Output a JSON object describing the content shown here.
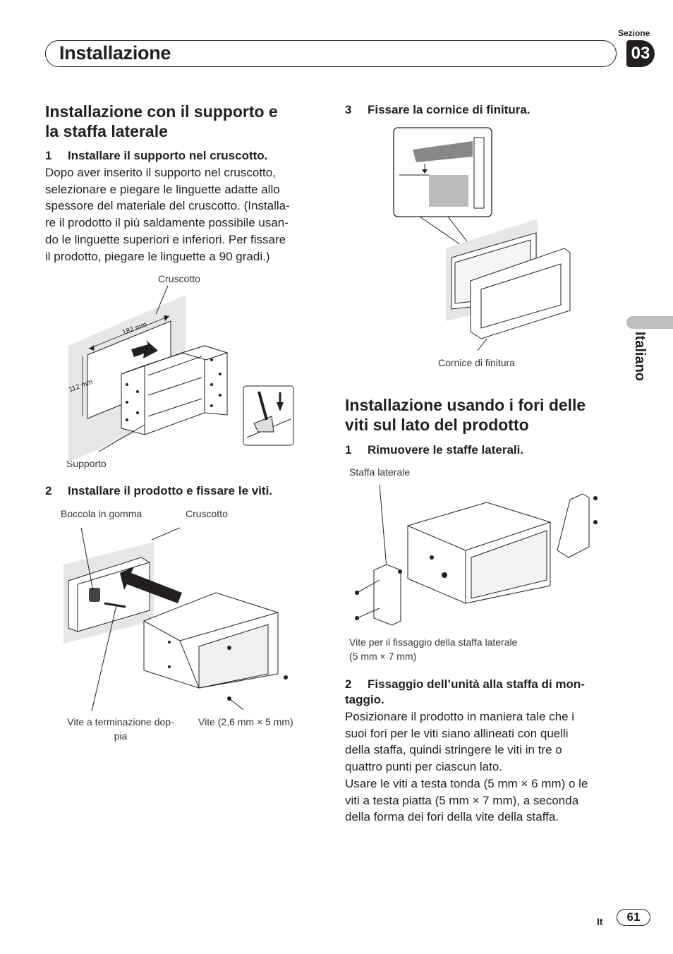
{
  "header": {
    "title": "Installazione",
    "sezione_label": "Sezione",
    "section_number": "03"
  },
  "side_tab": {
    "language": "Italiano"
  },
  "left": {
    "heading": "Installazione con il supporto e la staffa laterale",
    "heading_line1": "Installazione con il supporto e",
    "heading_line2": "la staffa laterale",
    "step1": {
      "num": "1",
      "title": "Installare il supporto nel cruscotto."
    },
    "step1_body": [
      "Dopo aver inserito il supporto nel cruscotto,",
      "selezionare e piegare le linguette adatte allo",
      "spessore del materiale del cruscotto. (Installa-",
      "re il prodotto il più saldamente possibile usan-",
      "do le linguette superiori e inferiori. Per fissare",
      "il prodotto, piegare le linguette a 90 gradi.)"
    ],
    "fig1": {
      "cruscotto": "Cruscotto",
      "dim_w": "182 mm",
      "dim_h": "112 mm",
      "supporto": "Supporto"
    },
    "step2": {
      "num": "2",
      "title": "Installare il prodotto e fissare le viti."
    },
    "fig2": {
      "boccola": "Boccola in gomma",
      "cruscotto": "Cruscotto",
      "vite_term_line1": "Vite a terminazione dop-",
      "vite_term_line2": "pia",
      "vite": "Vite (2,6 mm × 5 mm)"
    }
  },
  "right": {
    "step3": {
      "num": "3",
      "title": "Fissare la cornice di finitura."
    },
    "fig3": {
      "cornice": "Cornice di finitura"
    },
    "heading_line1": "Installazione usando i fori delle",
    "heading_line2": "viti sul lato del prodotto",
    "step1": {
      "num": "1",
      "title": "Rimuovere le staffe laterali."
    },
    "fig4": {
      "staffa": "Staffa laterale",
      "vite_line1": "Vite per il fissaggio della staffa laterale",
      "vite_line2": "(5 mm × 7 mm)"
    },
    "step2": {
      "num": "2",
      "title_line1": "Fissaggio dell’unità alla staffa di mon-",
      "title_line2": "taggio."
    },
    "step2_body": [
      "Posizionare il prodotto in maniera tale che i",
      "suoi fori per le viti siano allineati con quelli",
      "della staffa, quindi stringere le viti in tre o",
      "quattro punti per ciascun lato.",
      "Usare le viti a testa tonda (5 mm × 6 mm) o le",
      "viti a testa piatta (5 mm × 7 mm), a seconda",
      "della forma dei fori della vite della staffa."
    ]
  },
  "footer": {
    "lang_code": "It",
    "page_number": "61"
  }
}
